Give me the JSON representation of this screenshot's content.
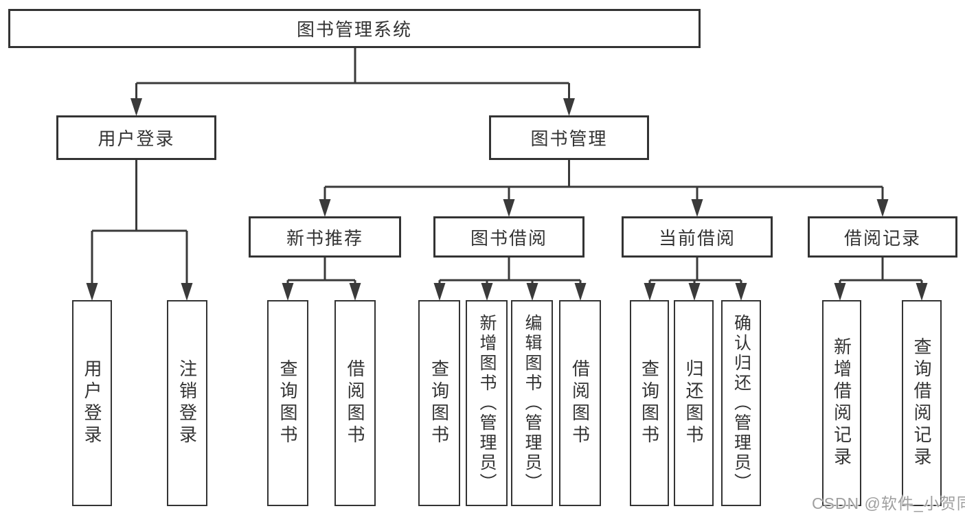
{
  "nodes": {
    "root": "图书管理系统",
    "user_login": "用户登录",
    "book_management": "图书管理",
    "new_book_recommend": "新书推荐",
    "book_borrowing": "图书借阅",
    "current_borrowing": "当前借阅",
    "borrowing_records": "借阅记录",
    "ul_login": "用户登录",
    "ul_logout": "注销登录",
    "nb_query_books": "查询图书",
    "nb_borrow_books": "借阅图书",
    "bb_query_books": "查询图书",
    "bb_add_books_admin": "新增图书（管理员）",
    "bb_edit_books_admin": "编辑图书（管理员）",
    "bb_borrow_books": "借阅图书",
    "cb_query_books": "查询图书",
    "cb_return_books": "归还图书",
    "cb_confirm_return_admin": "确认归还（管理员）",
    "br_add_record": "新增借阅记录",
    "br_query_record": "查询借阅记录"
  },
  "hierarchy": {
    "图书管理系统": {
      "用户登录": [
        "用户登录",
        "注销登录"
      ],
      "图书管理": {
        "新书推荐": [
          "查询图书",
          "借阅图书"
        ],
        "图书借阅": [
          "查询图书",
          "新增图书（管理员）",
          "编辑图书（管理员）",
          "借阅图书"
        ],
        "当前借阅": [
          "查询图书",
          "归还图书",
          "确认归还（管理员）"
        ],
        "借阅记录": [
          "新增借阅记录",
          "查询借阅记录"
        ]
      }
    }
  },
  "watermark": "CSDN @软件_小贺同学",
  "colors": {
    "line": "#3a3a3a",
    "box_border": "#333333",
    "text": "#333333",
    "background": "#ffffff",
    "watermark_text": "#9f9f9f"
  }
}
